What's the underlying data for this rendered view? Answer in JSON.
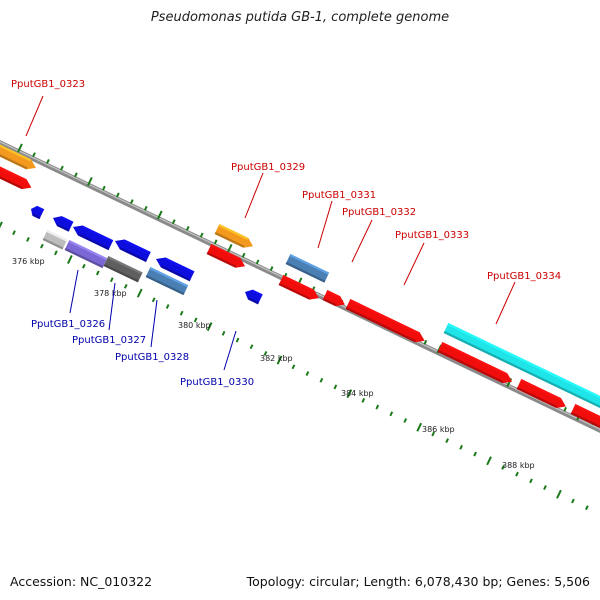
{
  "title": "Pseudomonas putida GB-1, complete genome",
  "accession": "Accession: NC_010322",
  "summary": "Topology: circular; Length: 6,078,430 bp; Genes: 5,506",
  "colors": {
    "orange": "#f39a1e",
    "red": "#f20d0d",
    "blue": "#0d0ddd",
    "steel": "#4a7fb4",
    "cyan": "#1fe5e8",
    "purple": "#7b68d4",
    "darkgray": "#5f5f5f",
    "lightgray": "#bdbdbd",
    "tick": "#1a7a1a",
    "label_red": "#cc0000",
    "label_blue": "#0000aa",
    "backbone": "#8a8a8a"
  },
  "kbp_labels": [
    "376 kbp",
    "378 kbp",
    "380 kbp",
    "382 kbp",
    "384 kbp",
    "386 kbp",
    "388 kbp"
  ],
  "gene_labels": [
    {
      "text": "PputGB1_0323",
      "color": "label_red"
    },
    {
      "text": "PputGB1_0329",
      "color": "label_red"
    },
    {
      "text": "PputGB1_0331",
      "color": "label_red"
    },
    {
      "text": "PputGB1_0332",
      "color": "label_red"
    },
    {
      "text": "PputGB1_0333",
      "color": "label_red"
    },
    {
      "text": "PputGB1_0334",
      "color": "label_red"
    },
    {
      "text": "PputGB1_0326",
      "color": "label_blue"
    },
    {
      "text": "PputGB1_0327",
      "color": "label_blue"
    },
    {
      "text": "PputGB1_0328",
      "color": "label_blue"
    },
    {
      "text": "PputGB1_0330",
      "color": "label_blue"
    }
  ]
}
